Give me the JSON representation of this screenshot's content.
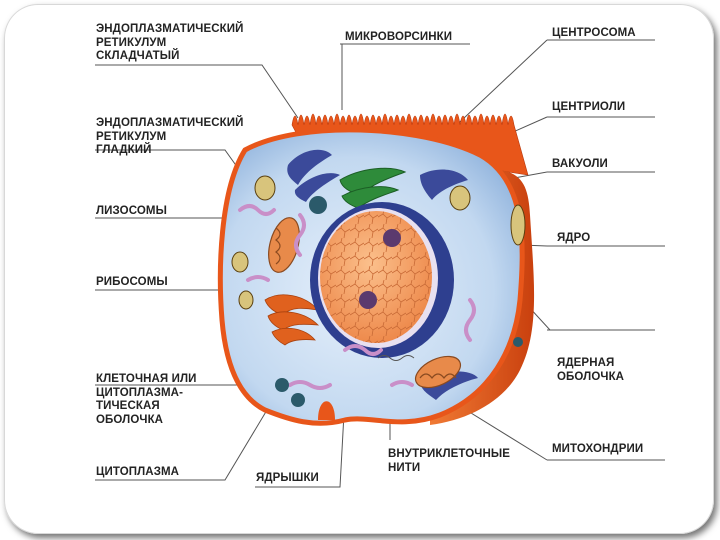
{
  "colors": {
    "membrane": "#e8561a",
    "cytoplasm": "#c9dcf2",
    "nucleus": "#f4a06a",
    "envelope": "#2e3f8f",
    "er_rough": "#3b4a9a",
    "golgi": "#e0611e",
    "lysosome": "#c98fc8",
    "label_line": "#555555"
  },
  "labels": {
    "er_rough": "ЭНДОПЛАЗМАТИЧЕСКИЙ\nРЕТИКУЛУМ\nСКЛАДЧАТЫЙ",
    "microvilli": "МИКРОВОРСИНКИ",
    "centrosome": "ЦЕНТРОСОМА",
    "er_smooth": "ЭНДОПЛАЗМАТИЧЕСКИЙ\nРЕТИКУЛУМ\nГЛАДКИЙ",
    "centrioles": "ЦЕНТРИОЛИ",
    "vacuoles": "ВАКУОЛИ",
    "lysosomes": "ЛИЗОСОМЫ",
    "nucleus": "ЯДРО",
    "ribosomes": "РИБОСОМЫ",
    "nuclear_envelope": "ЯДЕРНАЯ\nОБОЛОЧКА",
    "cell_membrane": "КЛЕТОЧНАЯ ИЛИ\nЦИТОПЛАЗМА-\nТИЧЕСКАЯ\nОБОЛОЧКА",
    "mitochondria": "МИТОХОНДРИИ",
    "cytoplasm": "ЦИТОПЛАЗМА",
    "nucleoli": "ЯДРЫШКИ",
    "filaments": "ВНУТРИКЛЕТОЧНЫЕ\nНИТИ"
  }
}
